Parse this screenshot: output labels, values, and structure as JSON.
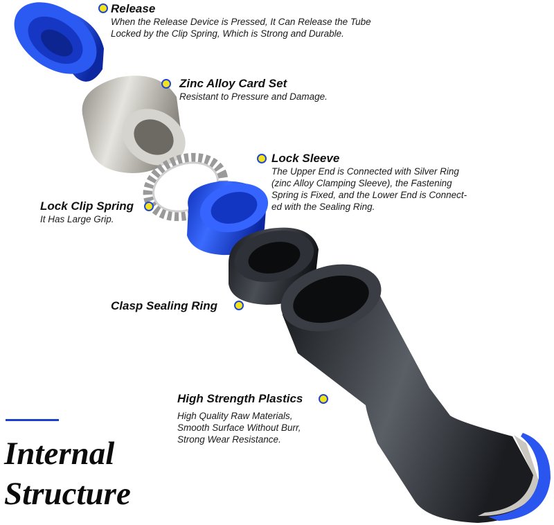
{
  "labels": {
    "release": {
      "title": "Release",
      "desc": [
        "When the Release Device is Pressed, It Can Release the Tube",
        "Locked by the Clip Spring, Which is Strong and Durable."
      ]
    },
    "zinc": {
      "title": "Zinc Alloy Card Set",
      "desc": [
        "Resistant to Pressure and Damage."
      ]
    },
    "lock_sleeve": {
      "title": "Lock Sleeve",
      "desc": [
        "The Upper End is Connected with Silver Ring",
        "(zinc Alloy Clamping Sleeve), the Fastening",
        "Spring is Fixed, and the Lower End is Connect-",
        "ed with the Sealing Ring."
      ]
    },
    "lock_clip": {
      "title": "Lock Clip Spring",
      "desc": [
        "It Has Large Grip."
      ]
    },
    "clasp": {
      "title": "Clasp Sealing Ring"
    },
    "plastics": {
      "title": "High Strength Plastics",
      "desc": [
        "High Quality Raw Materials,",
        "Smooth Surface Without Burr,",
        "Strong Wear Resistance."
      ]
    }
  },
  "heading": {
    "line1": "Internal",
    "line2": "Structure"
  },
  "colors": {
    "blue_part": "#2a55ee",
    "silver_part": "#c8c6bf",
    "black_part": "#2a2d33",
    "dot_fill": "#f4e21a",
    "dot_ring": "#1d47d6",
    "accent": "#1d3fd0"
  }
}
